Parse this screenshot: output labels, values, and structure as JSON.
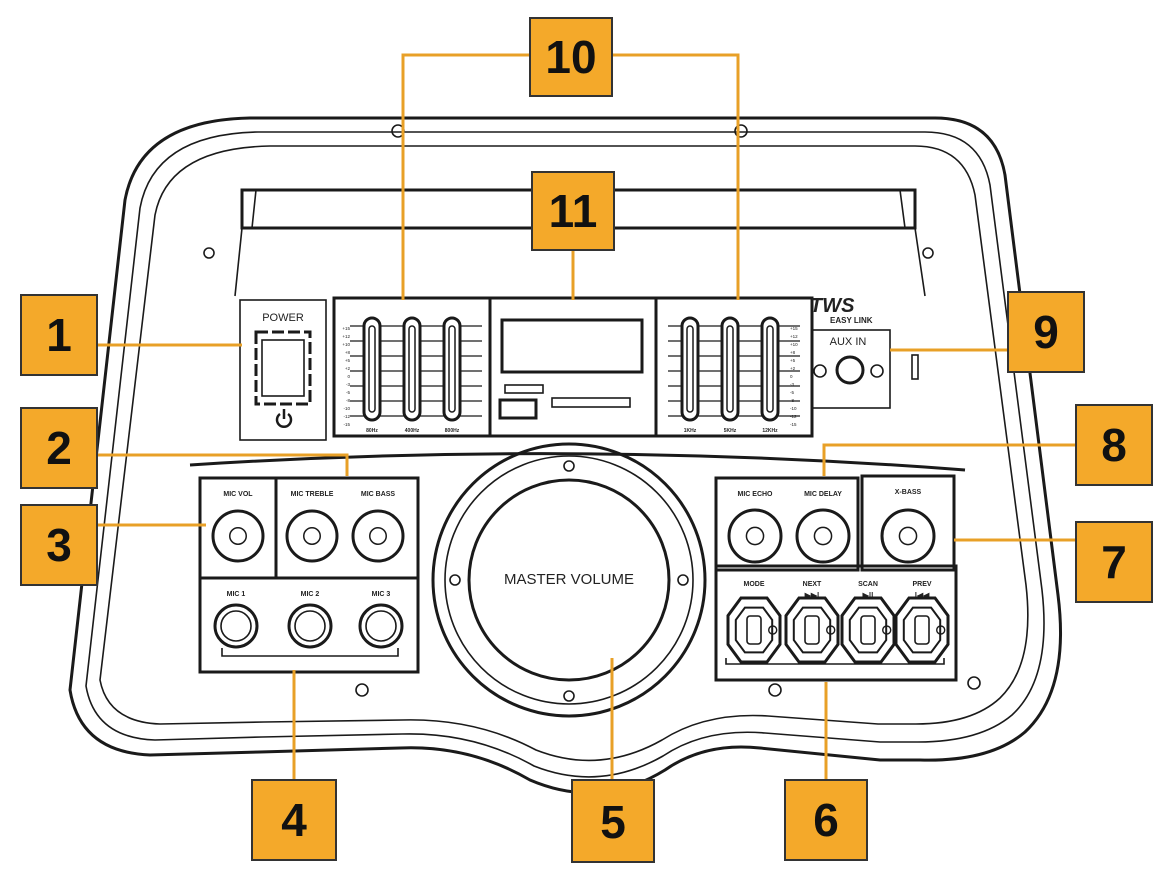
{
  "colors": {
    "callout_fill": "#f4a92a",
    "leader": "#e8a027",
    "ink": "#1a1a1a"
  },
  "panel": {
    "power_label": "POWER",
    "power_icon": "power-icon",
    "brand": "TWS",
    "easy_link": "EASY LINK",
    "aux_in": "AUX IN",
    "master_volume": "MASTER VOLUME"
  },
  "eq_left": {
    "bands": [
      "80Hz",
      "400Hz",
      "800Hz"
    ],
    "scale": [
      "+15",
      "+12",
      "+10",
      "+8",
      "+5",
      "+2",
      "0",
      "-3",
      "-5",
      "-8",
      "-10",
      "-12",
      "-15"
    ]
  },
  "eq_right": {
    "bands": [
      "1KHz",
      "5KHz",
      "12KHz"
    ],
    "scale": [
      "+15",
      "+12",
      "+10",
      "+8",
      "+5",
      "+2",
      "0",
      "-3",
      "-5",
      "-8",
      "-10",
      "-12",
      "-15"
    ]
  },
  "knobs_mic": [
    "MIC VOL",
    "MIC TREBLE",
    "MIC BASS"
  ],
  "mic_inputs": [
    "MIC 1",
    "MIC 2",
    "MIC 3"
  ],
  "knobs_fx": [
    "MIC ECHO",
    "MIC DELAY",
    "X-BASS"
  ],
  "transport": [
    {
      "label": "MODE",
      "glyph": ""
    },
    {
      "label": "NEXT",
      "glyph": "▶▶|"
    },
    {
      "label": "SCAN",
      "glyph": "▶||"
    },
    {
      "label": "PREV",
      "glyph": "|◀◀"
    }
  ],
  "callouts": [
    "1",
    "2",
    "3",
    "4",
    "5",
    "6",
    "7",
    "8",
    "9",
    "10",
    "11"
  ]
}
